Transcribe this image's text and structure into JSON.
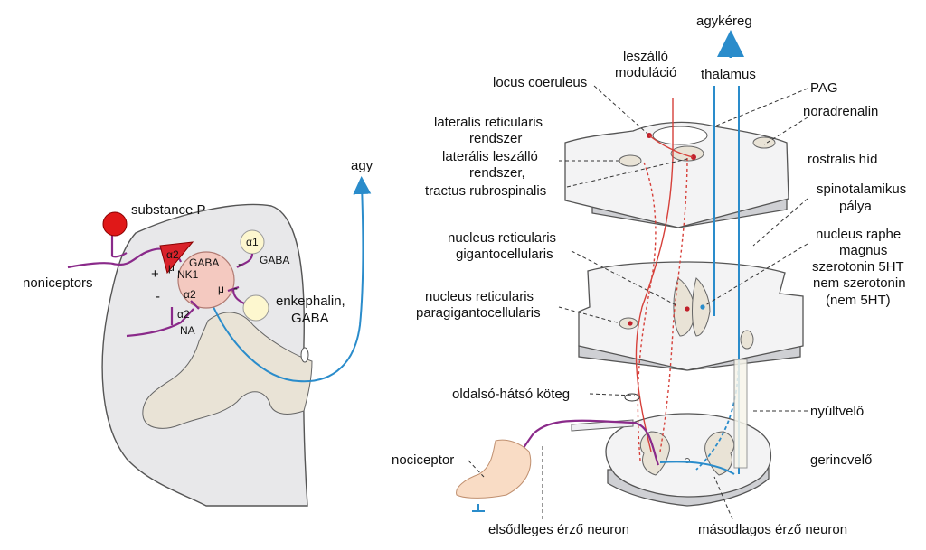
{
  "left": {
    "substance_p": "substance P",
    "noniceptors": "noniceptors",
    "agy": "agy",
    "alpha2_top": "α2",
    "mu_top": "μ",
    "plus": "+",
    "nk1": "NK1",
    "gaba_center": "GABA",
    "alpha2_center": "α2",
    "mu_center": "μ",
    "minus_left": "-",
    "alpha2_lower": "α2",
    "na": "NA",
    "minus_right1": "-",
    "minus_right2": "-",
    "alpha1": "α1",
    "gaba_right": "GABA",
    "enkephalin_line1": "enkephalin,",
    "enkephalin_line2": "GABA"
  },
  "right": {
    "agykereg": "agykéreg",
    "leszallo_1": "leszálló",
    "leszallo_2": "moduláció",
    "thalamus": "thalamus",
    "locus": "locus coeruleus",
    "pag": "PAG",
    "noradrenalin": "noradrenalin",
    "lat_ret_1": "lateralis reticularis",
    "lat_ret_2": "rendszer",
    "lat_lesz_1": "laterális leszálló",
    "lat_lesz_2": "rendszer,",
    "lat_lesz_3": "tractus rubrospinalis",
    "rostralis": "rostralis híd",
    "spino_1": "spinotalamikus",
    "spino_2": "pálya",
    "nrg_1": "nucleus reticularis",
    "nrg_2": "gigantocellularis",
    "raphe_1": "nucleus raphe",
    "raphe_2": "magnus",
    "raphe_3": "szerotonin 5HT",
    "raphe_4": "nem szerotonin",
    "raphe_5": "(nem 5HT)",
    "nrpg_1": "nucleus reticularis",
    "nrpg_2": "paragigantocellularis",
    "oldalso": "oldalsó-hátsó köteg",
    "nyultvelo": "nyúltvelő",
    "nociceptor": "nociceptor",
    "gerincvelo": "gerincvelő",
    "elsodleges": "elsődleges érző neuron",
    "masodlagos": "másodlagos érző neuron"
  },
  "colors": {
    "red": "#d6403a",
    "blue": "#2a8ccb",
    "purple": "#8a2a8a",
    "nucleus": "#e9e3d6",
    "slab": "#f3f3f4"
  }
}
